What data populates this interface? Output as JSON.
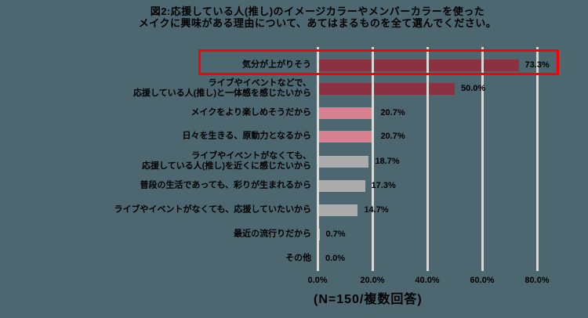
{
  "title": {
    "line1": "図2:応援している人(推し)のイメージカラーやメンバーカラーを使った",
    "line2": "メイクに興味がある理由について、あてはまるものを全て選んでください。"
  },
  "chart_data": {
    "type": "bar",
    "orientation": "horizontal",
    "categories": [
      "気分が上がりそう",
      "ライブやイベントなどで、\n応援している人(推し)と一体感を感じたいから",
      "メイクをより楽しめそうだから",
      "日々を生きる、原動力となるから",
      "ライブやイベントがなくても、\n応援している人(推し)を近くに感じたいから",
      "普段の生活であっても、彩りが生まれるから",
      "ライブやイベントがなくても、応援していたいから",
      "最近の流行りだから",
      "その他"
    ],
    "values": [
      73.3,
      50.0,
      20.7,
      20.7,
      18.7,
      17.3,
      14.7,
      0.7,
      0.0
    ],
    "value_labels": [
      "73.3%",
      "50.0%",
      "20.7%",
      "20.7%",
      "18.7%",
      "17.3%",
      "14.7%",
      "0.7%",
      "0.0%"
    ],
    "bar_color_keys": [
      "dark",
      "dark",
      "pink",
      "pink",
      "gray",
      "gray",
      "gray",
      "gray",
      "gray"
    ],
    "xlim": [
      0,
      80
    ],
    "x_ticks": [
      "0.0%",
      "20.0%",
      "40.0%",
      "60.0%",
      "80.0%"
    ],
    "grid": true,
    "highlighted_category": "気分が上がりそう",
    "note": "(N=150/複数回答)"
  },
  "colors": {
    "background": "#4D6770",
    "dark": "#8C3142",
    "pink": "#D8808E",
    "gray": "#ACACAC",
    "gridline": "#D6D8D8",
    "highlight_box": "#FF0000",
    "text": "#000000"
  }
}
